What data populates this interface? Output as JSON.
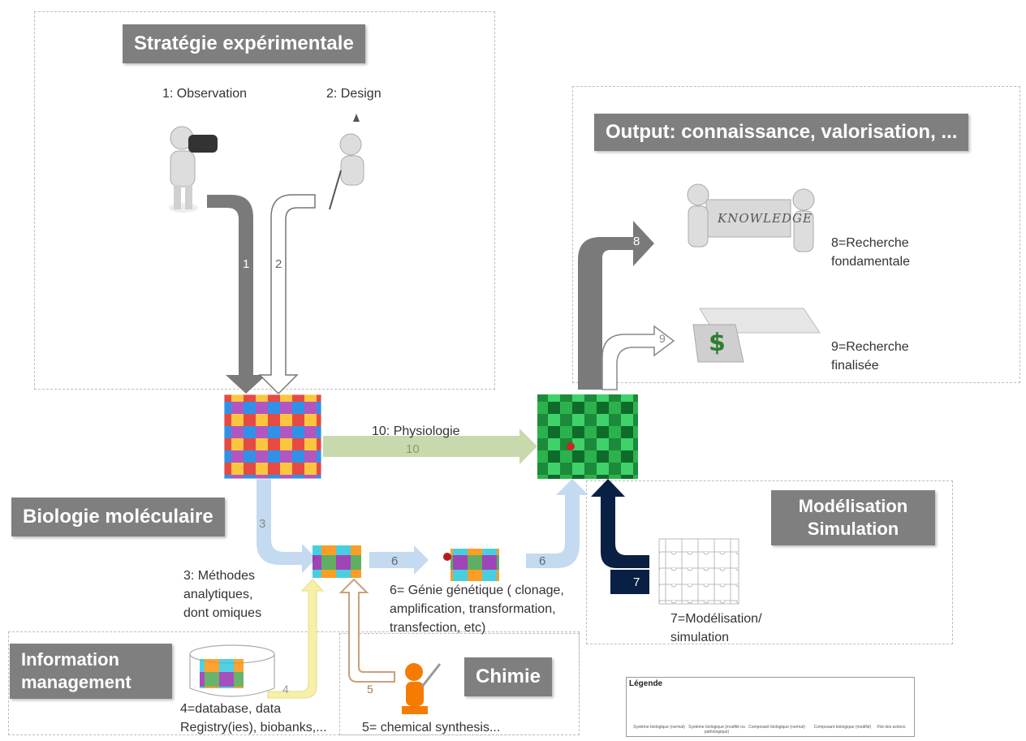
{
  "sections": {
    "strategie": "Stratégie  expérimentale",
    "output": "Output: connaissance, valorisation, ...",
    "biologie": "Biologie moléculaire",
    "modelisation_line1": "Modélisation",
    "modelisation_line2": "Simulation",
    "information_line1": "Information",
    "information_line2": "management",
    "chimie": "Chimie"
  },
  "labels": {
    "observation": "1: Observation",
    "design": "2: Design",
    "physiologie": "10: Physiologie",
    "recherche_fond_1": "8=Recherche",
    "recherche_fond_2": "fondamentale",
    "recherche_fin_1": "9=Recherche",
    "recherche_fin_2": "finalisée",
    "methodes_1": "3: Méthodes",
    "methodes_2": "analytiques,",
    "methodes_3": "dont omiques",
    "genie_1": "6= Génie génétique ( clonage,",
    "genie_2": "amplification, transformation,",
    "genie_3": "transfection,  etc)",
    "modsim_1": "7=Modélisation/",
    "modsim_2": "simulation",
    "database_1": "4=database, data",
    "database_2": "Registry(ies), biobanks,...",
    "chemical": "5= chemical synthesis...",
    "knowledge": "KNOWLEDGE"
  },
  "arrow_numbers": {
    "a1": "1",
    "a2": "2",
    "a3": "3",
    "a4": "4",
    "a5": "5",
    "a6a": "6",
    "a6b": "6",
    "a7": "7",
    "a8": "8",
    "a9": "9",
    "a10": "10"
  },
  "legend": {
    "title": "Légende",
    "items": [
      "Système biologique (normal)",
      "Système biologique (modifié ou pathologique)",
      "Composant biologique (normal)",
      "Composant biologique (modifié)",
      "Flot des actions"
    ]
  },
  "colors": {
    "title_bg": "#7f7f7f",
    "arrow_dark_grey": "#7a7a7a",
    "arrow_physio": "#c8d9ad",
    "arrow_light_blue": "#c3daf0",
    "arrow_navy": "#0a1f44",
    "arrow_yellow": "#f7f0a8",
    "arrow_brown": "#c9a07a",
    "green_puzzle": "#2bb24c"
  },
  "icons": [
    "binoculars-figure",
    "designer-figure",
    "knowledge-puzzle-figures",
    "dollar-puzzle",
    "modelisation-puzzle-grid",
    "database-cylinder",
    "chemist-figure"
  ]
}
